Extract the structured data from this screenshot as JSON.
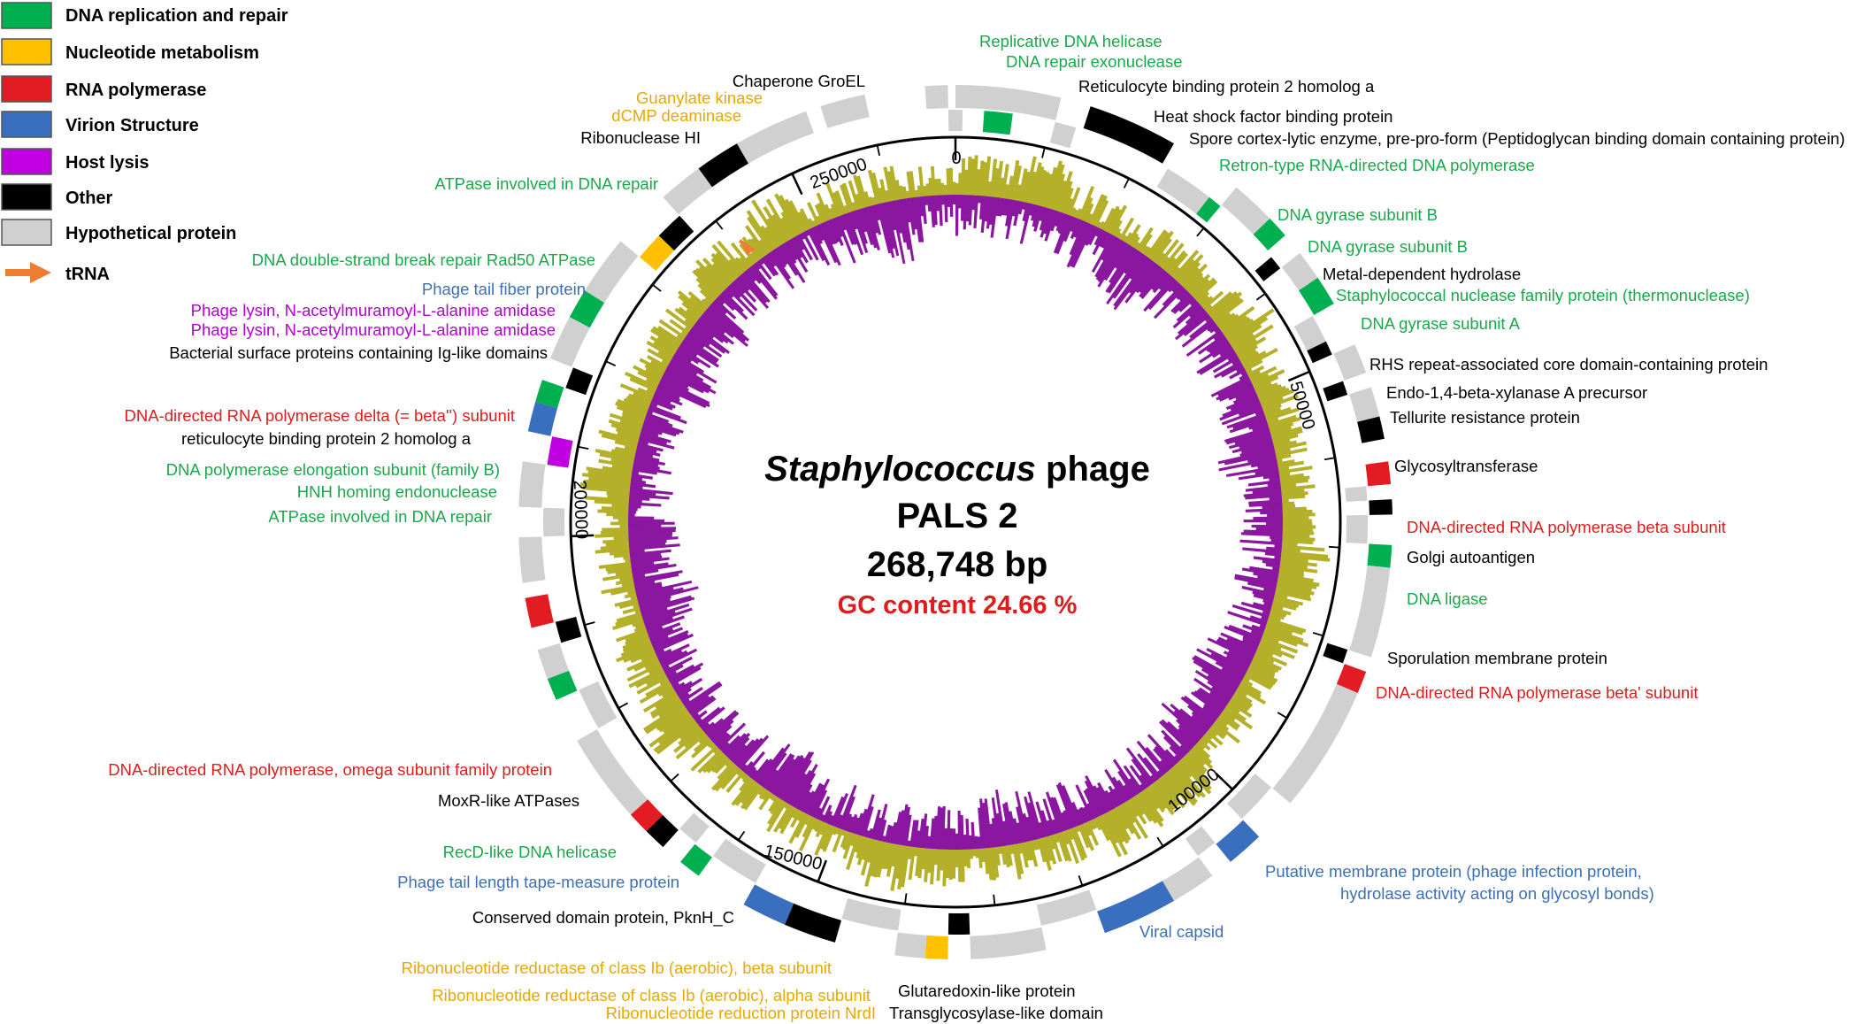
{
  "colors": {
    "dna": "#00b050",
    "nucleotide": "#ffc000",
    "rnap": "#e31b23",
    "virion": "#3a6fbf",
    "lysis": "#c000e0",
    "other": "#000000",
    "hypo": "#d0d0d0",
    "trna": "#ed7d31",
    "gc_pos": "#b5b02a",
    "gc_neg": "#8b16a0",
    "label_dna": "#1aa84b",
    "label_nuc": "#e8a800",
    "label_rnap": "#dd1c1c",
    "label_vir": "#3b6fb6",
    "label_lys": "#b400d4",
    "label_other": "#000000"
  },
  "legend": [
    {
      "label": "DNA replication and repair",
      "color": "dna"
    },
    {
      "label": "Nucleotide metabolism",
      "color": "nucleotide"
    },
    {
      "label": "RNA polymerase",
      "color": "rnap"
    },
    {
      "label": "Virion Structure",
      "color": "virion"
    },
    {
      "label": "Host lysis",
      "color": "lysis"
    },
    {
      "label": "Other",
      "color": "other"
    },
    {
      "label": "Hypothetical protein",
      "color": "hypo"
    },
    {
      "label": "tRNA",
      "color": "trna",
      "arrow": true
    }
  ],
  "center": {
    "title_italic": "Staphylococcus",
    "title_rest": " phage",
    "name": "PALS 2",
    "size": "268,748 bp",
    "gc": "GC content 24.66 %"
  },
  "genome_length": 268748,
  "tick_labels": [
    "0",
    "50000",
    "100000",
    "150000",
    "200000",
    "250000"
  ],
  "gene_labels": [
    {
      "text": "Replicative DNA helicase",
      "color": "label_dna"
    },
    {
      "text": "DNA repair exonuclease",
      "color": "label_dna"
    },
    {
      "text": "Reticulocyte binding protein 2 homolog a",
      "color": "label_other"
    },
    {
      "text": "Heat shock factor binding protein",
      "color": "label_other"
    },
    {
      "text": "Spore cortex-lytic enzyme, pre-pro-form (Peptidoglycan binding domain containing protein)",
      "color": "label_other"
    },
    {
      "text": "Retron-type RNA-directed DNA polymerase",
      "color": "label_dna"
    },
    {
      "text": "DNA gyrase subunit B",
      "color": "label_dna"
    },
    {
      "text": "DNA gyrase subunit B",
      "color": "label_dna"
    },
    {
      "text": "Metal-dependent hydrolase",
      "color": "label_other"
    },
    {
      "text": "Staphylococcal nuclease family protein (thermonuclease)",
      "color": "label_dna"
    },
    {
      "text": "DNA gyrase subunit A",
      "color": "label_dna"
    },
    {
      "text": "RHS repeat-associated core domain-containing protein",
      "color": "label_other"
    },
    {
      "text": "Endo-1,4-beta-xylanase A precursor",
      "color": "label_other"
    },
    {
      "text": "Tellurite resistance protein",
      "color": "label_other"
    },
    {
      "text": "Glycosyltransferase",
      "color": "label_other"
    },
    {
      "text": "DNA-directed RNA polymerase beta subunit",
      "color": "label_rnap"
    },
    {
      "text": "Golgi autoantigen",
      "color": "label_other"
    },
    {
      "text": "DNA ligase",
      "color": "label_dna"
    },
    {
      "text": "Sporulation membrane protein",
      "color": "label_other"
    },
    {
      "text": "DNA-directed RNA polymerase beta' subunit",
      "color": "label_rnap"
    },
    {
      "text": "Putative membrane protein (phage infection protein,",
      "color": "label_vir"
    },
    {
      "text": "hydrolase activity acting on glycosyl bonds)",
      "color": "label_vir"
    },
    {
      "text": "Viral capsid",
      "color": "label_vir"
    },
    {
      "text": "Glutaredoxin-like protein",
      "color": "label_other"
    },
    {
      "text": "Transglycosylase-like domain",
      "color": "label_other"
    },
    {
      "text": "Ribonucleotide reductase of class Ib (aerobic), beta subunit",
      "color": "label_nuc"
    },
    {
      "text": "Ribonucleotide reductase of class Ib (aerobic), alpha subunit",
      "color": "label_nuc"
    },
    {
      "text": "Ribonucleotide reduction protein NrdI",
      "color": "label_nuc"
    },
    {
      "text": "Conserved domain protein, PknH_C",
      "color": "label_other"
    },
    {
      "text": "Phage tail length tape-measure protein",
      "color": "label_vir"
    },
    {
      "text": "RecD-like DNA helicase",
      "color": "label_dna"
    },
    {
      "text": "MoxR-like ATPases",
      "color": "label_other"
    },
    {
      "text": "DNA-directed RNA polymerase, omega subunit family protein",
      "color": "label_rnap"
    },
    {
      "text": "ATPase involved in DNA repair",
      "color": "label_dna"
    },
    {
      "text": "HNH homing endonuclease",
      "color": "label_dna"
    },
    {
      "text": "DNA polymerase elongation subunit (family B)",
      "color": "label_dna"
    },
    {
      "text": "reticulocyte binding protein 2 homolog a",
      "color": "label_other"
    },
    {
      "text": "DNA-directed RNA polymerase delta (= beta'') subunit",
      "color": "label_rnap"
    },
    {
      "text": "Bacterial surface proteins containing Ig-like domains",
      "color": "label_other"
    },
    {
      "text": "Phage lysin, N-acetylmuramoyl-L-alanine amidase",
      "color": "label_lys"
    },
    {
      "text": "Phage lysin, N-acetylmuramoyl-L-alanine amidase",
      "color": "label_lys"
    },
    {
      "text": "Phage tail fiber protein",
      "color": "label_vir"
    },
    {
      "text": "DNA double-strand break repair Rad50 ATPase",
      "color": "label_dna"
    },
    {
      "text": "ATPase involved in DNA repair",
      "color": "label_dna"
    },
    {
      "text": "Ribonuclease HI",
      "color": "label_other"
    },
    {
      "text": "dCMP deaminase",
      "color": "label_nuc"
    },
    {
      "text": "Guanylate kinase",
      "color": "label_nuc"
    },
    {
      "text": "Chaperone GroEL",
      "color": "label_other"
    }
  ]
}
